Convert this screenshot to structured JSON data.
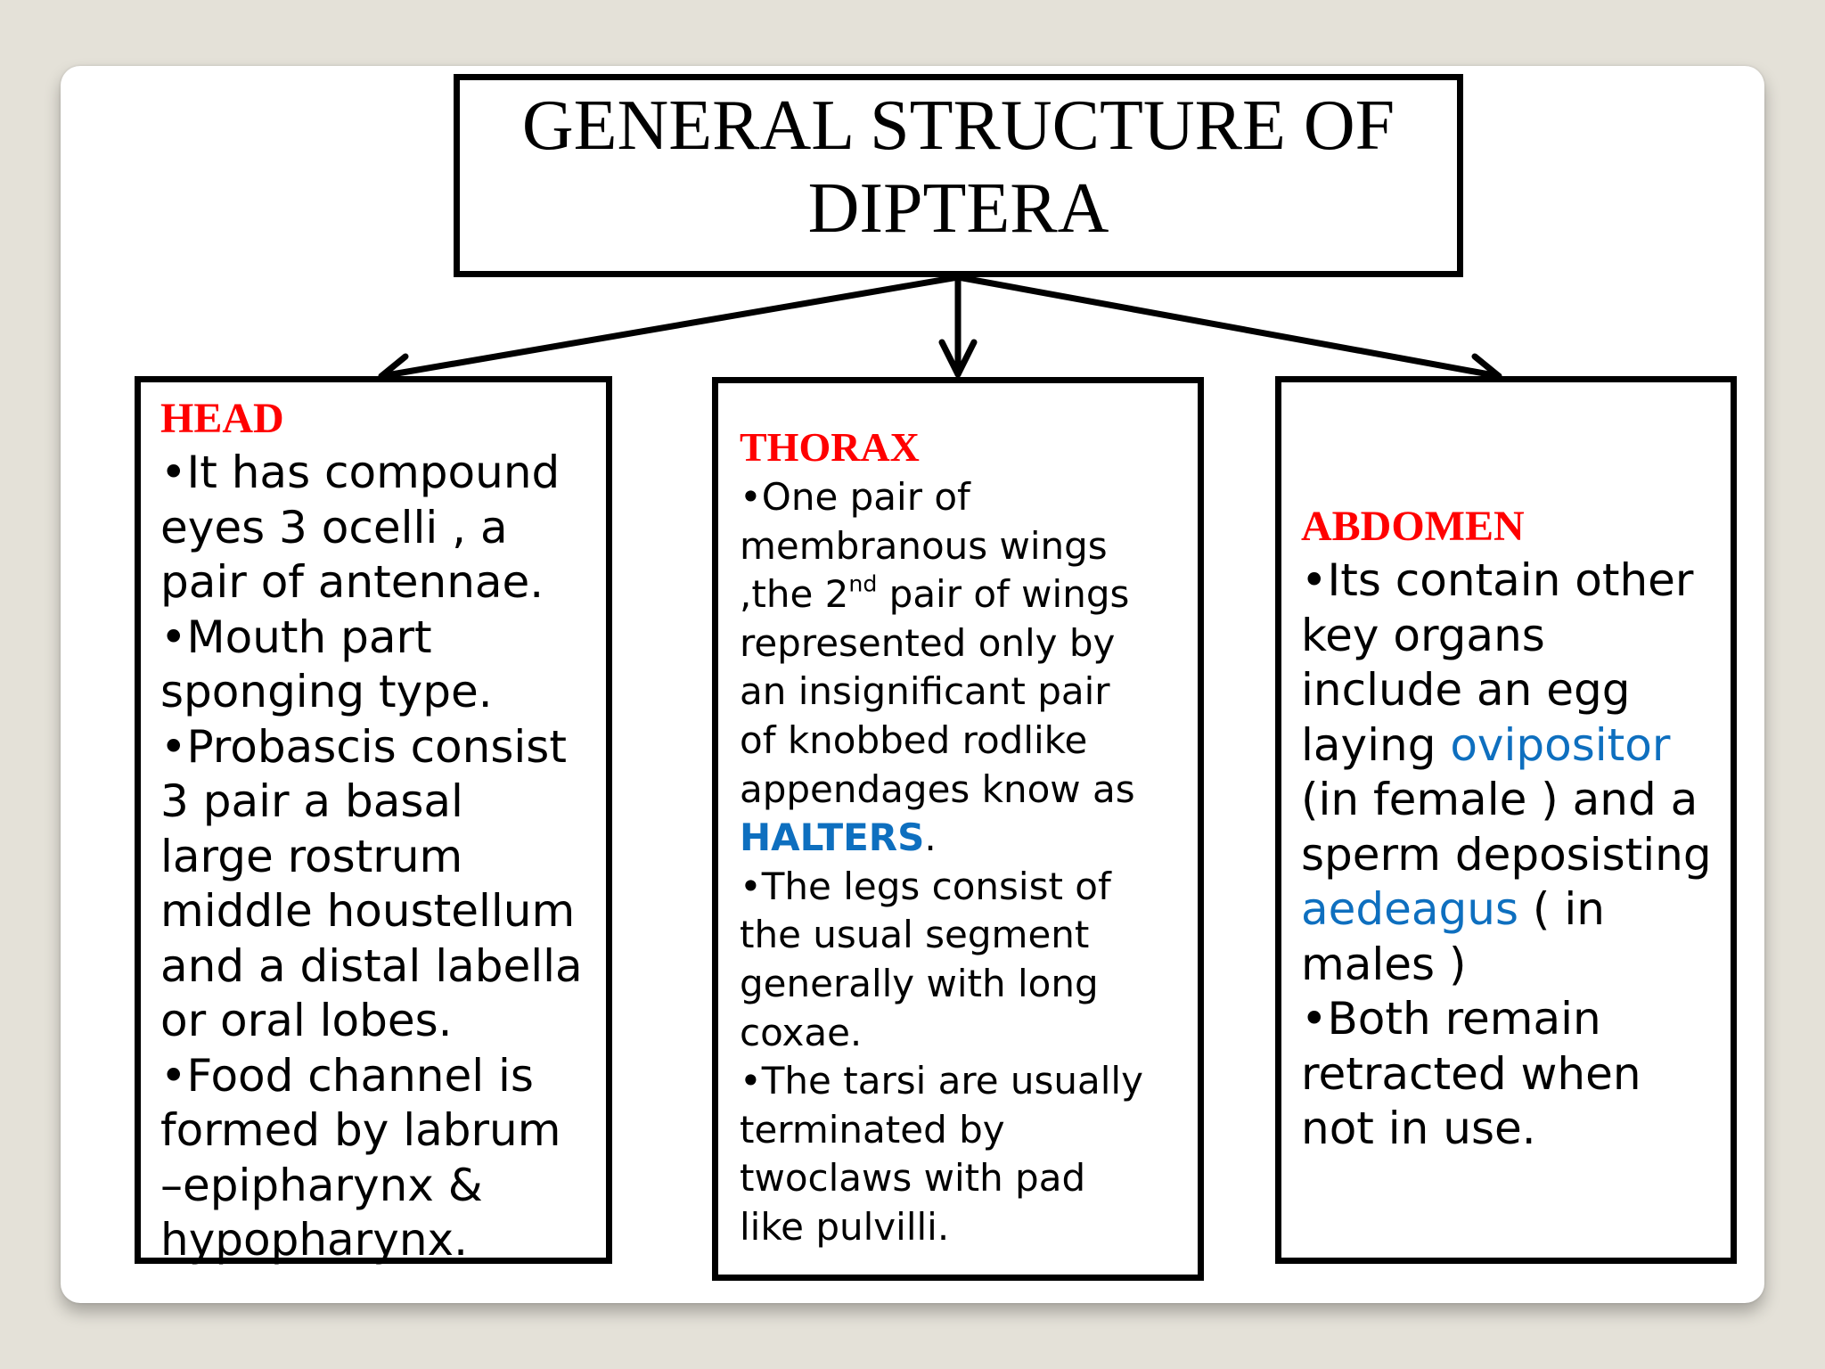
{
  "title": {
    "line1": "GENERAL STRUCTURE OF",
    "line2": "DIPTERA"
  },
  "colors": {
    "heading": "#ff0000",
    "highlight": "#0e6fbf",
    "text": "#000000",
    "background": "#e4e1d8"
  },
  "head": {
    "heading": "HEAD",
    "lines": [
      "•It has compound",
      "eyes 3 ocelli , a",
      "pair of antennae.",
      "•Mouth part",
      "sponging type.",
      "•Probascis consist",
      "3 pair a basal",
      "large rostrum",
      "middle houstellum",
      "and a distal labella",
      "or oral lobes.",
      "•Food channel is",
      "formed by labrum",
      "–epipharynx  &",
      "hypopharynx."
    ]
  },
  "thorax": {
    "heading": "THORAX",
    "l1": "•One pair of",
    "l2": "membranous wings",
    "l3_pre": ",the 2",
    "l3_sup": "nd",
    "l3_post": " pair of wings",
    "l4": "represented only by",
    "l5": "an insignificant pair",
    "l6": "of knobbed rodlike",
    "l7": "appendages know as",
    "halters": "HALTERS",
    "halters_post": ".",
    "l9": "•The legs consist of",
    "l10": "the usual segment",
    "l11": "generally with long",
    "l12": "coxae.",
    "l13": "•The tarsi are usually",
    "l14": "terminated by",
    "l15": "twoclaws with pad",
    "l16": "like pulvilli."
  },
  "abdomen": {
    "heading": "ABDOMEN",
    "l1": "•Its contain other",
    "l2": "key organs",
    "l3": "include an egg",
    "l4_pre": "laying ",
    "l4_blue": "ovipositor",
    "l5": "(in female ) and a",
    "l6": "sperm deposisting",
    "l7_blue": "aedeagus",
    "l7_post": " ( in",
    "l8": "males )",
    "l9": "•Both remain",
    "l10": "retracted when",
    "l11": "not in use."
  }
}
